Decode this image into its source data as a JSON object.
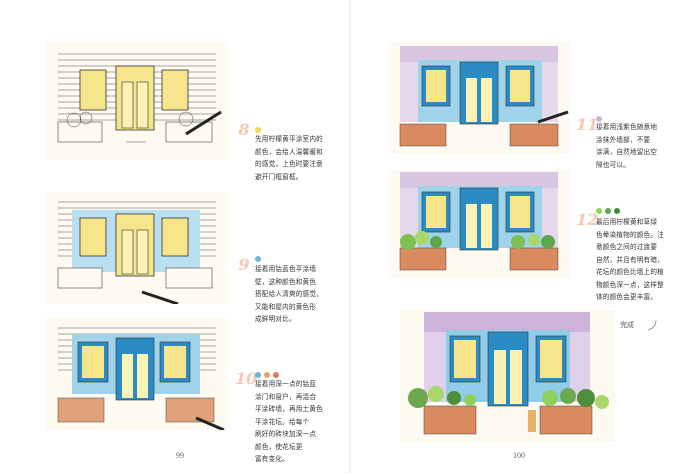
{
  "pages": {
    "left_number": "99",
    "right_number": "100"
  },
  "finished_label": "完成",
  "colors": {
    "yellow": "#f2e08a",
    "blue": "#7cc4df",
    "blue_dark": "#2b8cc4",
    "purple": "#c9b4d6",
    "brick": "#d9926a",
    "green": "#6ea84c",
    "step_number": "#f7c8b4"
  },
  "steps": [
    {
      "number": "8",
      "dot_colors": [
        "#f2d94a"
      ],
      "text": "先用柠檬黄平涂室内的\n颜色，会给人温馨暖和\n的感觉。上色时要注意\n避开门框窗框。"
    },
    {
      "number": "9",
      "dot_colors": [
        "#6ab8dc"
      ],
      "text": "接着用钴蓝色平涂墙\n壁，这种颜色和黄色\n搭配给人清爽的感觉，\n又能和屋内的黄色形\n成鲜明对比。"
    },
    {
      "number": "10",
      "dot_colors": [
        "#6ab8dc",
        "#e9a070",
        "#e07a5f"
      ],
      "text": "接着用深一点的钴蓝\n涂门和窗户，再混合\n平涂砖墙，再用土黄色\n平涂花坛。给每个\n刷好的砖块加深一点\n颜色，使花坛更\n富有变化。"
    },
    {
      "number": "11",
      "dot_colors": [
        "#c9b4d6"
      ],
      "text": "接着用浅紫色随意地\n涂抹外墙部，不要\n涂满，自然地留出空\n隙也可以。"
    },
    {
      "number": "12",
      "dot_colors": [
        "#8fcf5a",
        "#5aa84a",
        "#3d8a3d"
      ],
      "text": "最后用柠檬黄和草绿\n色晕染植物的颜色。注\n意颜色之间的过渡要\n自然，并且有明有暗，\n花坛的颜色比墙上的植\n物颜色深一点，这样整\n体的颜色会更丰富。"
    }
  ]
}
